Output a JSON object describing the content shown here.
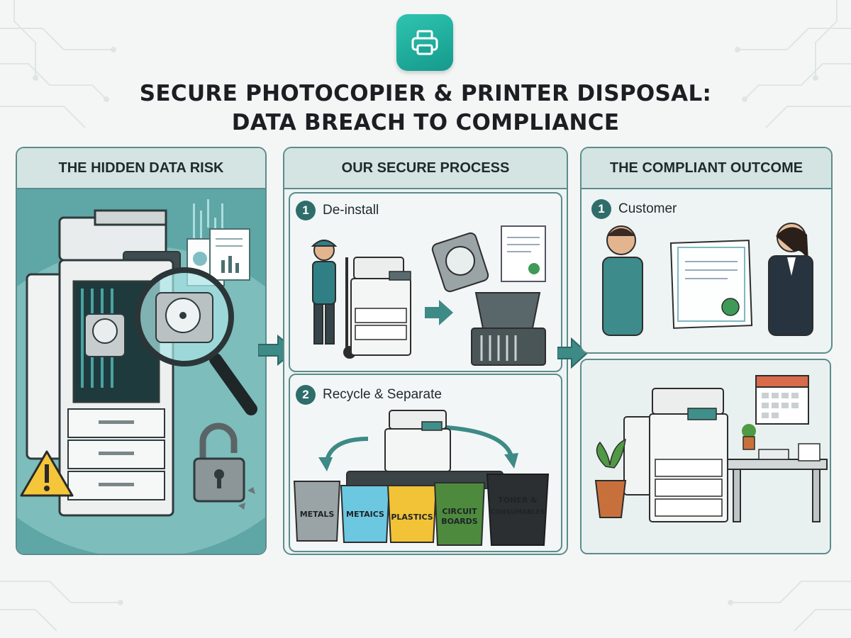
{
  "title_line1": "SECURE PHOTOCOPIER & PRINTER DISPOSAL:",
  "title_line2": "DATA BREACH TO COMPLIANCE",
  "logo_icon": "printer-icon",
  "colors": {
    "accent": "#1fae9e",
    "panel_border": "#5c8c8c",
    "panel_header": "#d3e4e3",
    "bin_grey": "#9aa3a6",
    "bin_blue": "#6cc7e0",
    "bin_yellow": "#f2c237",
    "bin_green": "#4d8a3e",
    "bin_black": "#2b2f31"
  },
  "panels": {
    "risk": {
      "header": "THE HIDDEN DATA RISK"
    },
    "process": {
      "header": "OUR SECURE PROCESS",
      "steps": [
        {
          "number": "1",
          "label": "De-install"
        },
        {
          "number": "2",
          "label": "Recycle & Separate"
        }
      ],
      "bins": [
        {
          "line1": "METALS",
          "line2": ""
        },
        {
          "line1": "METAICS",
          "line2": ""
        },
        {
          "line1": "PLASTICS",
          "line2": ""
        },
        {
          "line1": "CIRCUIT",
          "line2": "BOARDS"
        },
        {
          "line1": "TONER &",
          "line2": "CONSUMABLES"
        }
      ]
    },
    "outcome": {
      "header": "THE COMPLIANT OUTCOME",
      "steps": [
        {
          "number": "1",
          "label": "Customer"
        }
      ]
    }
  }
}
